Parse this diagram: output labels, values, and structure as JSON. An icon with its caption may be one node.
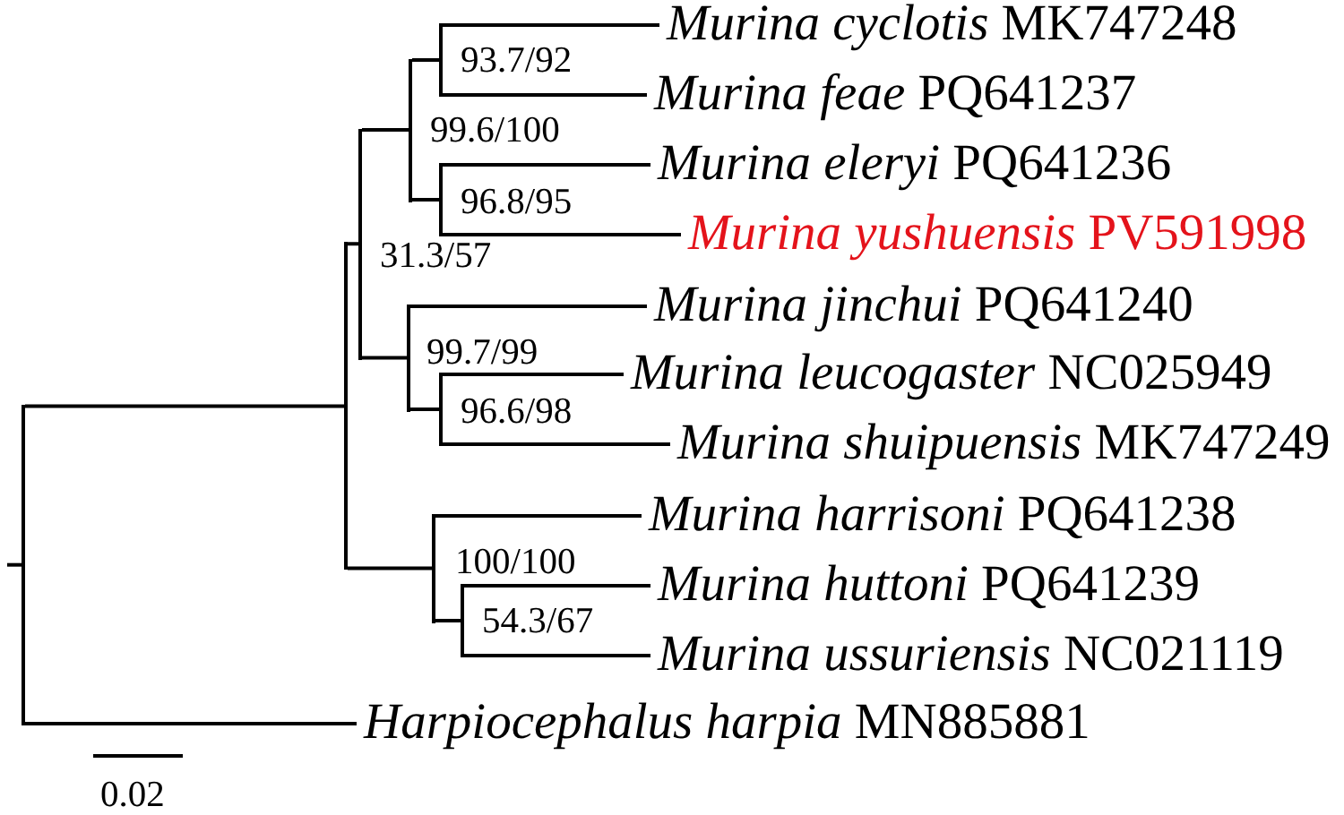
{
  "diagram": {
    "nodes": [
      {
        "text": [],
        "shape": "bar"
      },
      {
        "text": [],
        "shape": "bar"
      },
      {
        "text": [],
        "shape": "bar",
        "beside": [
          "31.3/57"
        ]
      },
      {
        "text": [],
        "shape": "bar",
        "beside": [
          "99.6/100"
        ]
      },
      {
        "text": [],
        "shape": "bar",
        "beside": [
          "93.7/92"
        ]
      },
      {
        "text": [
          "*Murina cyclotis* MK747248"
        ]
      },
      {
        "text": [
          "*Murina feae* PQ641237"
        ]
      },
      {
        "text": [],
        "shape": "bar",
        "beside": [
          "96.8/95"
        ]
      },
      {
        "text": [
          "*Murina eleryi* PQ641236"
        ]
      },
      {
        "text": [
          "*Murina yushuensis* PV591998"
        ]
      },
      {
        "text": [],
        "shape": "bar",
        "beside": [
          "99.7/99"
        ]
      },
      {
        "text": [
          "*Murina jinchui* PQ641240"
        ]
      },
      {
        "text": [],
        "shape": "bar",
        "beside": [
          "96.6/98"
        ]
      },
      {
        "text": [
          "*Murina leucogaster* NC025949"
        ]
      },
      {
        "text": [
          "*Murina shuipuensis* MK747249"
        ]
      },
      {
        "text": [],
        "shape": "bar",
        "beside": [
          "100/100"
        ]
      },
      {
        "text": [
          "*Murina harrisoni* PQ641238"
        ]
      },
      {
        "text": [],
        "shape": "bar",
        "beside": [
          "54.3/67"
        ]
      },
      {
        "text": [
          "*Murina huttoni* PQ641239"
        ]
      },
      {
        "text": [
          "*Murina ussuriensis* NC021119"
        ]
      },
      {
        "text": [
          "*Harpiocephalus harpia* MN885881"
        ]
      }
    ],
    "edges": [
      {
        "from": null,
        "to": 0,
        "arrow": "none"
      },
      {
        "from": 0,
        "to": 1,
        "arrow": "none"
      },
      {
        "from": 0,
        "to": 20,
        "arrow": "none"
      },
      {
        "from": 1,
        "to": 2,
        "arrow": "none"
      },
      {
        "from": 1,
        "to": 15,
        "arrow": "none"
      },
      {
        "from": 2,
        "to": 3,
        "arrow": "none"
      },
      {
        "from": 2,
        "to": 10,
        "arrow": "none"
      },
      {
        "from": 3,
        "to": 4,
        "arrow": "none"
      },
      {
        "from": 3,
        "to": 7,
        "arrow": "none"
      },
      {
        "from": 4,
        "to": 5,
        "arrow": "none"
      },
      {
        "from": 4,
        "to": 6,
        "arrow": "none"
      },
      {
        "from": 7,
        "to": 8,
        "arrow": "none"
      },
      {
        "from": 7,
        "to": 9,
        "arrow": "none"
      },
      {
        "from": 10,
        "to": 11,
        "arrow": "none"
      },
      {
        "from": 10,
        "to": 12,
        "arrow": "none"
      },
      {
        "from": 12,
        "to": 13,
        "arrow": "none"
      },
      {
        "from": 12,
        "to": 14,
        "arrow": "none"
      },
      {
        "from": 15,
        "to": 16,
        "arrow": "none"
      },
      {
        "from": 15,
        "to": 17,
        "arrow": "none"
      },
      {
        "from": 17,
        "to": 18,
        "arrow": "none"
      },
      {
        "from": 17,
        "to": 19,
        "arrow": "none"
      }
    ],
    "labels": [
      "0.02"
    ]
  }
}
